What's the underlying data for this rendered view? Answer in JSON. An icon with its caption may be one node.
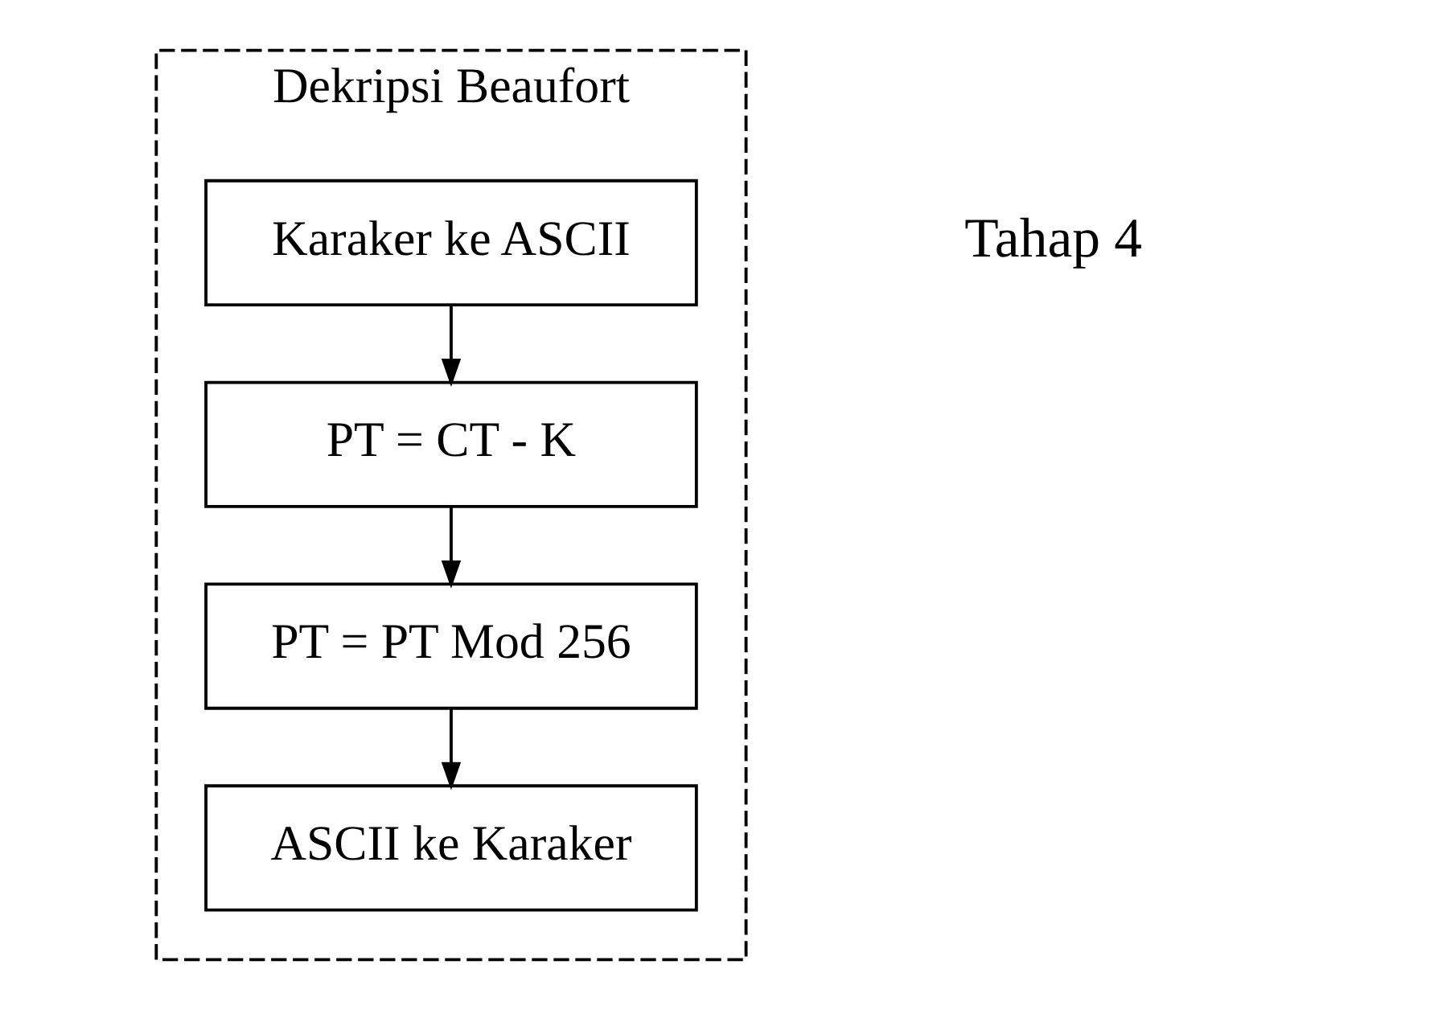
{
  "diagram": {
    "nodes": [
      {
        "text": [
          "Dekripsi Beaufort"
        ]
      },
      {
        "text": [
          "Karaker ke ASCII"
        ],
        "in": 0
      },
      {
        "text": [
          "PT = CT - K"
        ],
        "in": 0
      },
      {
        "text": [
          "PT = PT Mod 256"
        ],
        "in": 0
      },
      {
        "text": [
          "ASCII ke Karaker"
        ],
        "in": 0
      }
    ],
    "edges": [
      {
        "from": 1,
        "to": 2,
        "arrow": "to"
      },
      {
        "from": 2,
        "to": 3,
        "arrow": "to"
      },
      {
        "from": 3,
        "to": 4,
        "arrow": "to"
      }
    ],
    "labels": [
      "Tahap 4"
    ]
  }
}
